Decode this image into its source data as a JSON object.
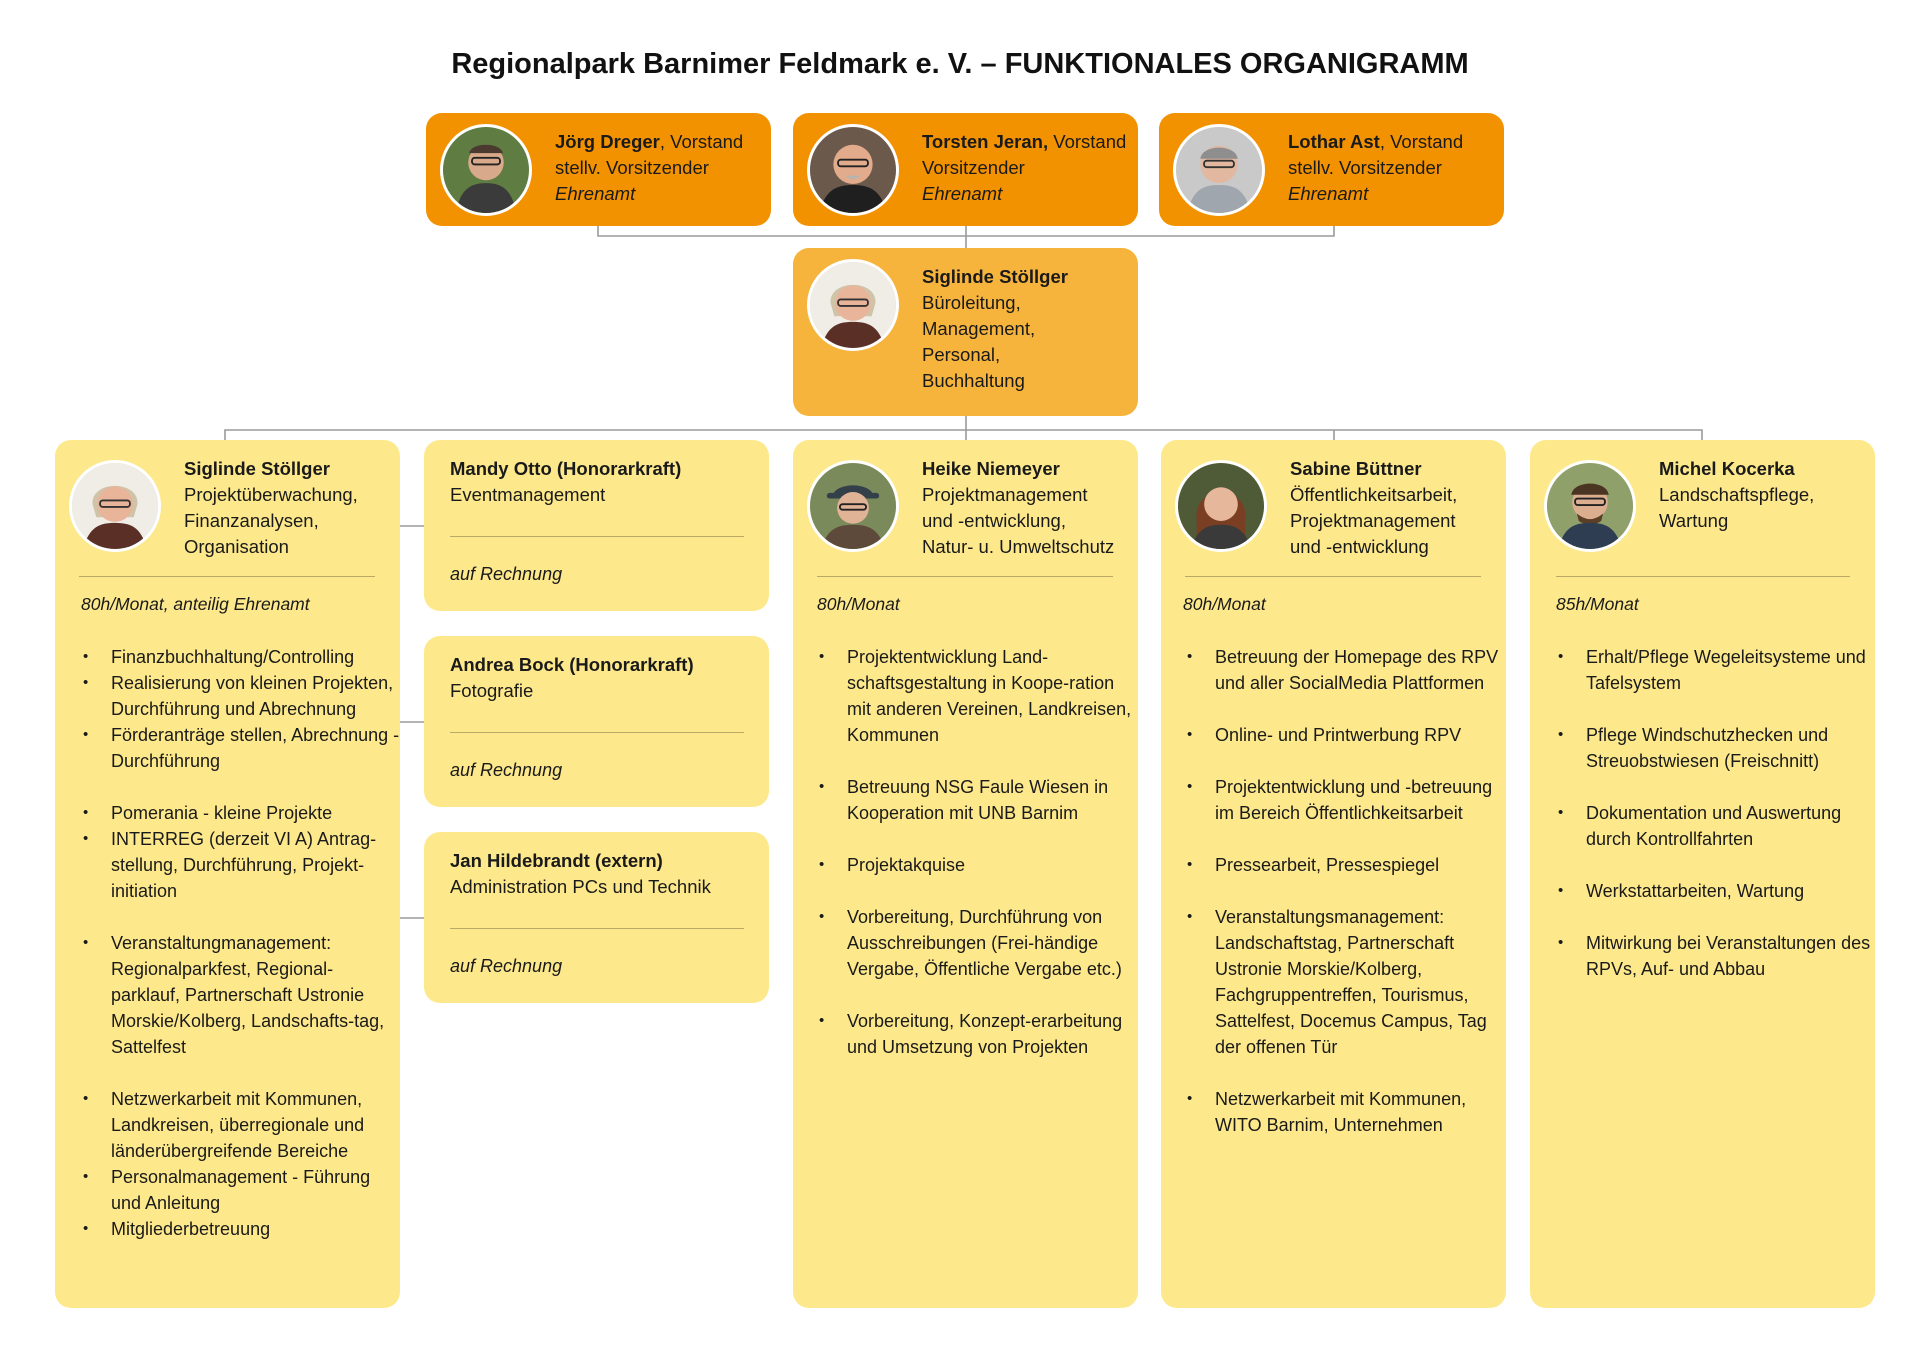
{
  "title": "Regionalpark Barnimer Feldmark e. V. – FUNKTIONALES ORGANIGRAMM",
  "colors": {
    "board": "#f39200",
    "office": "#f7b43d",
    "staff": "#fde98b",
    "connector": "#9a9a9a"
  },
  "board": [
    {
      "name": "Jörg Dreger",
      "title_suffix": ", Vorstand",
      "role": "stellv. Vorsitzender",
      "status": "Ehrenamt",
      "photo": "avatar-photo"
    },
    {
      "name": "Torsten Jeran,",
      "title_suffix": " Vorstand",
      "role": "Vorsitzender",
      "status": "Ehrenamt",
      "photo": "avatar-photo"
    },
    {
      "name": "Lothar Ast",
      "title_suffix": ", Vorstand",
      "role": "stellv. Vorsitzender",
      "status": "Ehrenamt",
      "photo": "avatar-photo"
    }
  ],
  "office": {
    "name": "Siglinde Stöllger",
    "roles": [
      "Büroleitung,",
      "Management,",
      "Personal,",
      "Buchhaltung"
    ]
  },
  "staff": [
    {
      "name": "Siglinde Stöllger",
      "roles": [
        "Projektüberwachung,",
        "Finanzanalysen,",
        "Organisation"
      ],
      "hours": "80h/Monat, anteilig Ehrenamt",
      "tasks": [
        "Finanzbuchhaltung/Controlling",
        "Realisierung von kleinen Projekten, Durchführung und Abrechnung",
        "Förderanträge stellen, Abrechnung - Durchführung",
        "Pomerania - kleine Projekte",
        "INTERREG (derzeit VI A) Antrag-stellung, Durchführung, Projekt-initiation",
        "Veranstaltungmanagement: Regionalparkfest, Regional-parklauf, Partnerschaft Ustronie Morskie/Kolberg, Landschafts-tag, Sattelfest",
        "Netzwerkarbeit mit Kommunen, Landkreisen, überregionale und länderübergreifende Bereiche",
        "Personalmanagement - Führung und Anleitung",
        "Mitgliederbetreuung"
      ]
    },
    {
      "name": "Heike Niemeyer",
      "roles": [
        "Projektmanagement",
        "und -entwicklung,",
        "Natur- u. Umweltschutz"
      ],
      "hours": "80h/Monat",
      "tasks": [
        "Projektentwicklung Land-schaftsgestaltung in Koope-ration mit anderen Vereinen, Landkreisen, Kommunen",
        "Betreuung NSG Faule Wiesen in Kooperation mit UNB Barnim",
        "Projektakquise",
        "Vorbereitung, Durchführung von Ausschreibungen (Frei-händige Vergabe, Öffentliche Vergabe etc.)",
        "Vorbereitung, Konzept-erarbeitung und Umsetzung von Projekten"
      ]
    },
    {
      "name": "Sabine Büttner",
      "roles": [
        "Öffentlichkeitsarbeit,",
        "Projektmanagement",
        "und -entwicklung"
      ],
      "hours": "80h/Monat",
      "tasks": [
        "Betreuung der Homepage des RPV und aller SocialMedia Plattformen",
        "Online- und Printwerbung RPV",
        "Projektentwicklung und -betreuung im Bereich Öffentlichkeitsarbeit",
        "Pressearbeit, Pressespiegel",
        "Veranstaltungsmanagement: Landschaftstag, Partnerschaft Ustronie Morskie/Kolberg, Fachgruppentreffen, Tourismus, Sattelfest, Docemus Campus, Tag der offenen Tür",
        "Netzwerkarbeit mit Kommunen, WITO Barnim, Unternehmen"
      ]
    },
    {
      "name": "Michel Kocerka",
      "roles": [
        "Landschaftspflege,",
        "Wartung"
      ],
      "hours": "85h/Monat",
      "tasks": [
        "Erhalt/Pflege Wegeleitsysteme und Tafelsystem",
        "Pflege Windschutzhecken und Streuobstwiesen (Freischnitt)",
        "Dokumentation und Auswertung durch Kontrollfahrten",
        "Werkstattarbeiten, Wartung",
        "Mitwirkung bei Veranstaltungen des RPVs, Auf- und Abbau"
      ]
    }
  ],
  "contractors": [
    {
      "name": "Mandy Otto (Honorarkraft)",
      "role": "Eventmanagement",
      "note": "auf Rechnung"
    },
    {
      "name": "Andrea Bock (Honorarkraft)",
      "role": "Fotografie",
      "note": "auf Rechnung"
    },
    {
      "name": "Jan Hildebrandt (extern)",
      "role": "Administration PCs und Technik",
      "note": "auf Rechnung"
    }
  ]
}
